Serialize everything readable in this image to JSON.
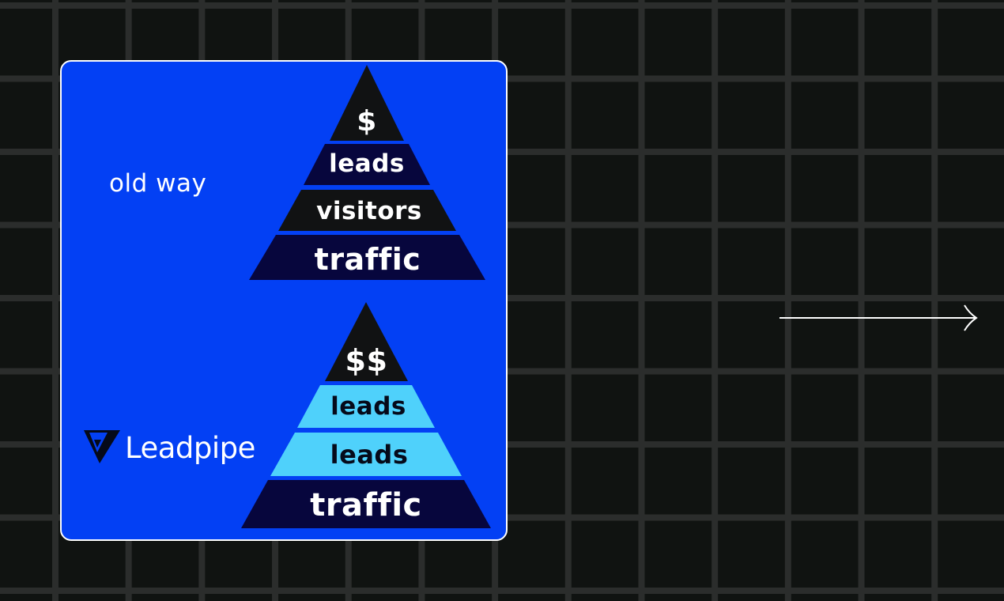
{
  "old_way": {
    "caption": "old way",
    "tiers": [
      "$",
      "leads",
      "visitors",
      "traffic"
    ]
  },
  "new_way": {
    "tiers": [
      "$$",
      "leads",
      "leads",
      "traffic"
    ]
  },
  "brand": {
    "name": "Leadpipe"
  },
  "colors": {
    "card_blue": "#0340f4",
    "tier_black": "#111213",
    "tier_navy": "#07063d",
    "tier_cyan": "#4fd1fb",
    "grid_bg": "#101311",
    "grid_line": "#2b2d2c"
  }
}
